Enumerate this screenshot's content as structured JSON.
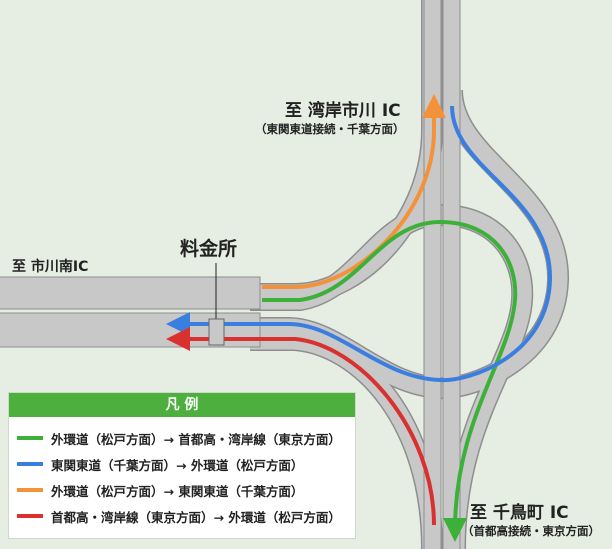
{
  "labels": {
    "toll": "料金所",
    "west": "至 市川南IC",
    "north": "至 湾岸市川 IC",
    "north_sub": "（東関東道接続・千葉方面）",
    "south": "至 千鳥町 IC",
    "south_sub": "（首都高接続・東京方面）"
  },
  "legend": {
    "title": "凡 例",
    "items": [
      {
        "label": "外環道（松戸方面）→ 首都高・湾岸線（東京方面）",
        "color": "#3db03a"
      },
      {
        "label": "東関東道（千葉方面）→ 外環道（松戸方面）",
        "color": "#3a7ee0"
      },
      {
        "label": "外環道（松戸方面）→ 東関東道（千葉方面）",
        "color": "#f4923a"
      },
      {
        "label": "首都高・湾岸線（東京方面）→ 外環道（松戸方面）",
        "color": "#d93030"
      }
    ]
  },
  "colors": {
    "road": "#c8c8c8",
    "road_edge": "#8e8e8e",
    "background": "#e6eee4"
  }
}
